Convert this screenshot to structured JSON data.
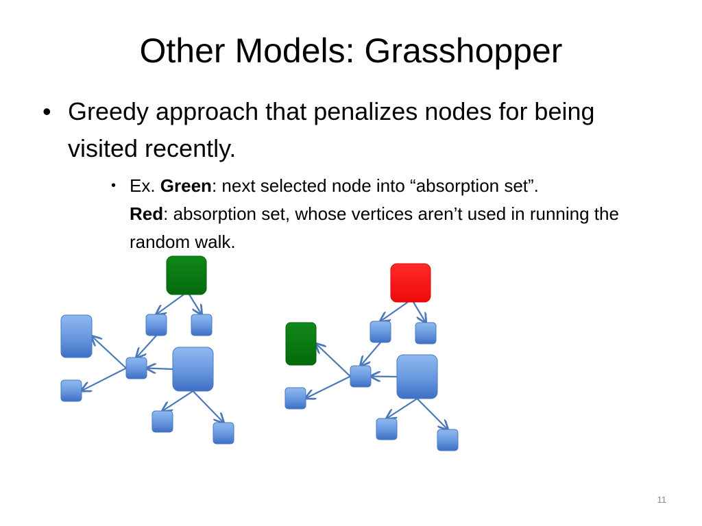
{
  "slide": {
    "title": "Other Models: Grasshopper",
    "bullet_main": "Greedy approach that penalizes nodes for being visited recently.",
    "sub_bullet": {
      "prefix": "Ex. ",
      "green_term": "Green",
      "green_desc": ": next selected node into “absorption set”.",
      "red_term": "Red",
      "red_desc": ": absorption set, whose vertices aren’t used in running the random walk."
    },
    "slide_number": "11"
  },
  "colors": {
    "node_blue": "#5b8fd8",
    "node_green": "#0a7a12",
    "node_red": "#ff1a1a",
    "edge": "#4a78b8"
  },
  "diagrams": [
    {
      "name": "graph-before",
      "nodes": [
        {
          "id": "top",
          "color": "green"
        },
        {
          "id": "mid-left-small",
          "color": "blue"
        },
        {
          "id": "mid-right-small",
          "color": "blue"
        },
        {
          "id": "left-large",
          "color": "blue"
        },
        {
          "id": "center-small",
          "color": "blue"
        },
        {
          "id": "right-large",
          "color": "blue"
        },
        {
          "id": "bottom-left-small",
          "color": "blue"
        },
        {
          "id": "bottom-mid-small",
          "color": "blue"
        },
        {
          "id": "bottom-right-small",
          "color": "blue"
        }
      ]
    },
    {
      "name": "graph-after",
      "nodes": [
        {
          "id": "top",
          "color": "red"
        },
        {
          "id": "mid-left-small",
          "color": "blue"
        },
        {
          "id": "mid-right-small",
          "color": "blue"
        },
        {
          "id": "left-large",
          "color": "green"
        },
        {
          "id": "center-small",
          "color": "blue"
        },
        {
          "id": "right-large",
          "color": "blue"
        },
        {
          "id": "bottom-left-small",
          "color": "blue"
        },
        {
          "id": "bottom-mid-small",
          "color": "blue"
        },
        {
          "id": "bottom-right-small",
          "color": "blue"
        }
      ]
    }
  ]
}
